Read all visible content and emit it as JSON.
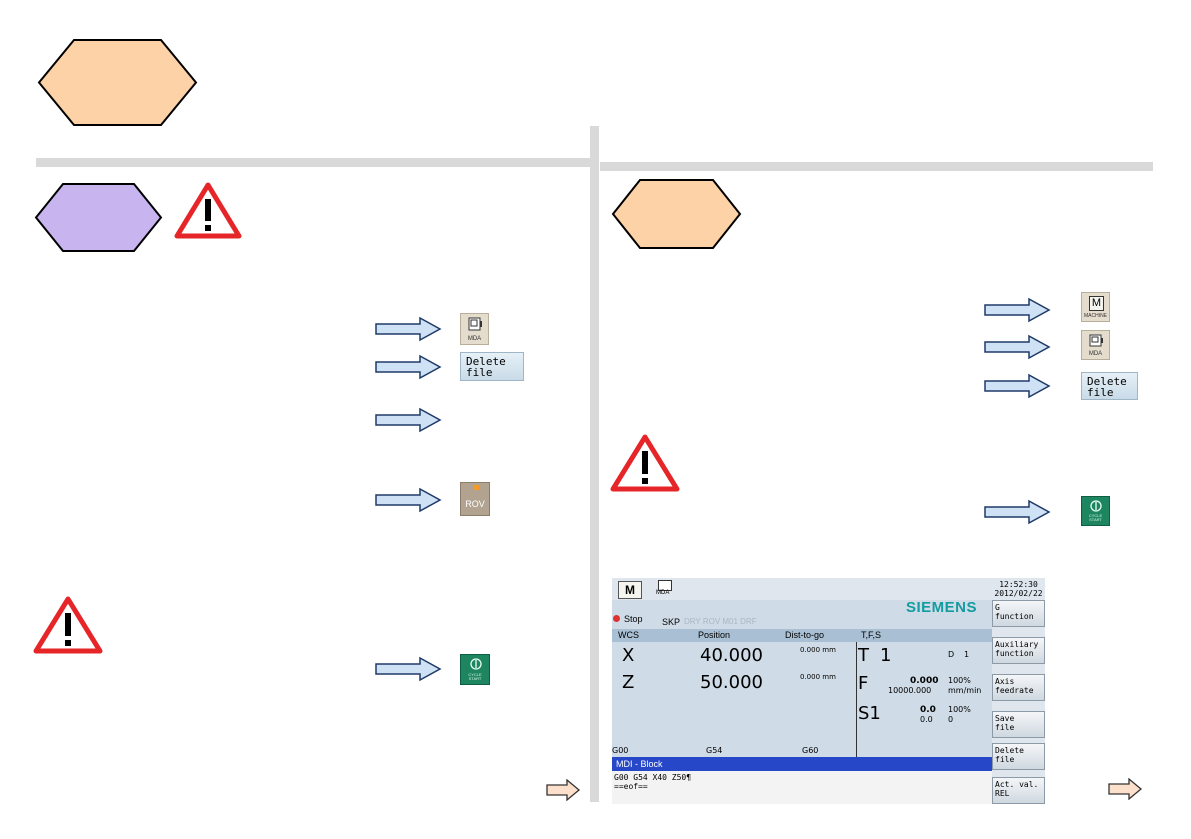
{
  "left_panel": {
    "delete_file_label": "Delete\nfile",
    "mda_label": "MDA",
    "rov_label": "ROV",
    "cycle_start_label": "CYCLE\nSTART"
  },
  "right_panel": {
    "machine_label": "MACHINE",
    "mda_label": "MDA",
    "delete_file_label": "Delete\nfile",
    "cycle_start_label": "CYCLE\nSTART"
  },
  "hmi": {
    "mode_m": "M",
    "mode_mda": "MDA",
    "time": "12:52:30",
    "date": "2012/02/22",
    "brand": "SIEMENS",
    "status_stop": "Stop",
    "status_skp": "SKP",
    "status_faded": "DRY ROV M01 DRF ",
    "header": {
      "wcs": "WCS",
      "position": "Position",
      "dist": "Dist-to-go",
      "tfs": "T,F,S"
    },
    "axes": [
      {
        "name": "X",
        "position": "40.000",
        "dist": "0.000 mm"
      },
      {
        "name": "Z",
        "position": "50.000",
        "dist": "0.000 mm"
      }
    ],
    "tool": {
      "t_label": "T",
      "t_value": "1",
      "d_label": "D",
      "d_value": "1"
    },
    "feed": {
      "label": "F",
      "value": "0.000",
      "pct": "100%",
      "set": "10000.000",
      "unit": "mm/min"
    },
    "spindle": {
      "label": "S1",
      "value": "0.0",
      "pct": "100%",
      "set": "0.0",
      "extra": "0"
    },
    "gcodes": [
      "G00",
      "G54",
      "G60"
    ],
    "message": "MDI - Block",
    "editor_lines": [
      "G00 G54 X40 Z50¶",
      "==eof=="
    ],
    "softkeys": [
      "G\nfunction",
      "Auxiliary\nfunction",
      "Axis\nfeedrate",
      "Save\nfile",
      "Delete\nfile",
      "Act. val.\nREL"
    ]
  },
  "colors": {
    "hex_orange": "#fdd2a6",
    "hex_purple": "#c8b4ef",
    "arrow_blue": "#cfe1f5",
    "arrow_peach": "#fde0cb",
    "warning_red": "#e52528"
  }
}
